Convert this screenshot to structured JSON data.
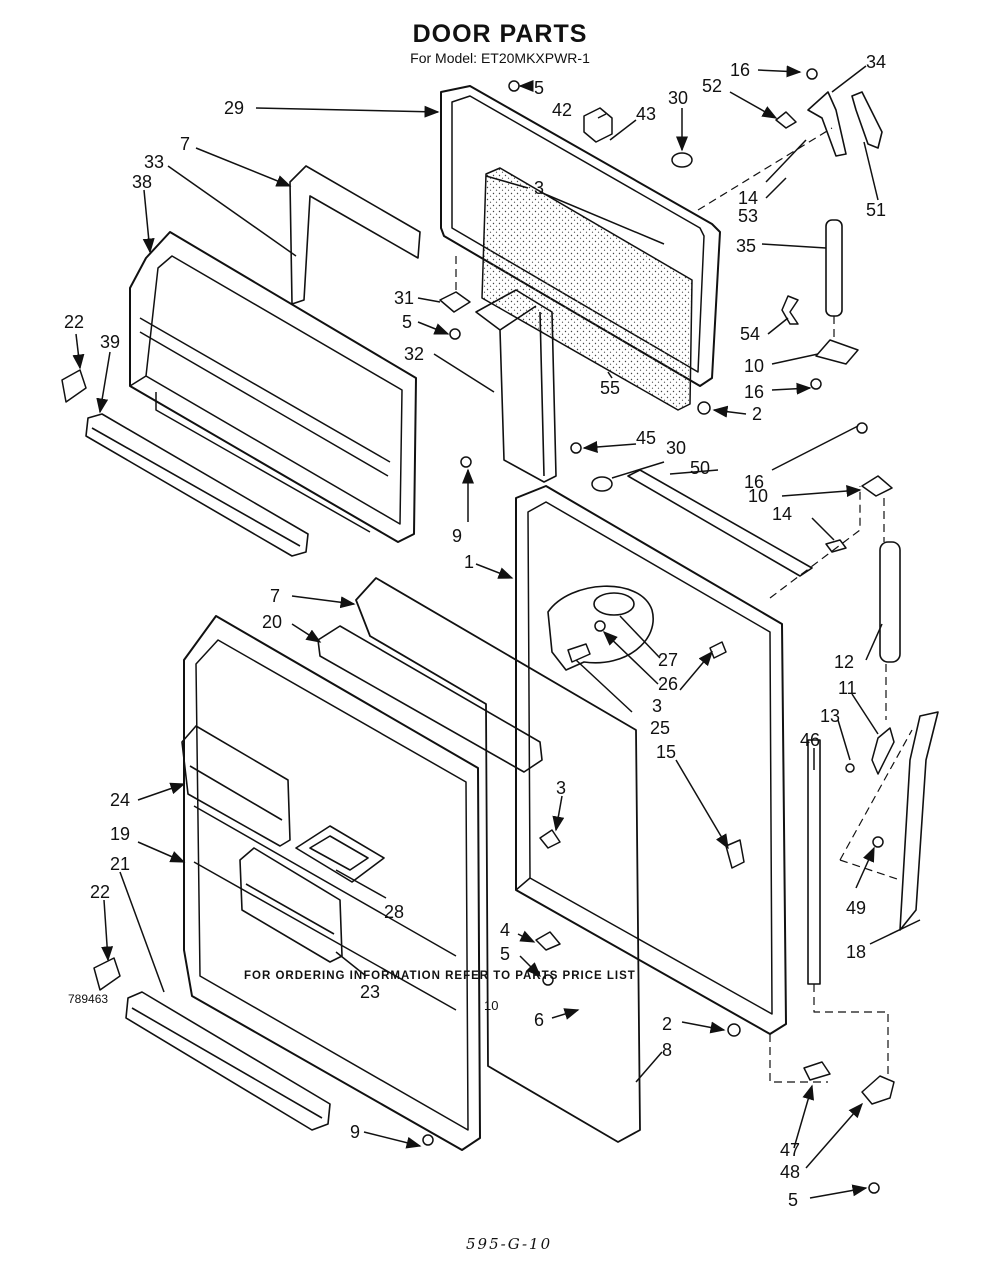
{
  "title": "DOOR PARTS",
  "subtitle": "For Model: ET20MKXPWR-1",
  "footer_note": "FOR ORDERING INFORMATION REFER TO PARTS PRICE LIST",
  "doc_number": "789463",
  "page_number": "10",
  "handwritten": "595-G-10",
  "callouts": [
    {
      "id": "c29",
      "label": "29"
    },
    {
      "id": "c5a",
      "label": "5"
    },
    {
      "id": "c42",
      "label": "42"
    },
    {
      "id": "c43",
      "label": "43"
    },
    {
      "id": "c30a",
      "label": "30"
    },
    {
      "id": "c16a",
      "label": "16"
    },
    {
      "id": "c52",
      "label": "52"
    },
    {
      "id": "c34",
      "label": "34"
    },
    {
      "id": "c7a",
      "label": "7"
    },
    {
      "id": "c33",
      "label": "33"
    },
    {
      "id": "c38",
      "label": "38"
    },
    {
      "id": "c3a",
      "label": "3"
    },
    {
      "id": "c14a",
      "label": "14"
    },
    {
      "id": "c53",
      "label": "53"
    },
    {
      "id": "c51",
      "label": "51"
    },
    {
      "id": "c35",
      "label": "35"
    },
    {
      "id": "c22a",
      "label": "22"
    },
    {
      "id": "c39",
      "label": "39"
    },
    {
      "id": "c31",
      "label": "31"
    },
    {
      "id": "c5b",
      "label": "5"
    },
    {
      "id": "c54",
      "label": "54"
    },
    {
      "id": "c32",
      "label": "32"
    },
    {
      "id": "c10a",
      "label": "10"
    },
    {
      "id": "c16b",
      "label": "16"
    },
    {
      "id": "c55",
      "label": "55"
    },
    {
      "id": "c2a",
      "label": "2"
    },
    {
      "id": "c45",
      "label": "45"
    },
    {
      "id": "c30b",
      "label": "30"
    },
    {
      "id": "c50",
      "label": "50"
    },
    {
      "id": "c16c",
      "label": "16"
    },
    {
      "id": "c10b",
      "label": "10"
    },
    {
      "id": "c14b",
      "label": "14"
    },
    {
      "id": "c9a",
      "label": "9"
    },
    {
      "id": "c1",
      "label": "1"
    },
    {
      "id": "c7b",
      "label": "7"
    },
    {
      "id": "c20",
      "label": "20"
    },
    {
      "id": "c27",
      "label": "27"
    },
    {
      "id": "c26",
      "label": "26"
    },
    {
      "id": "c12",
      "label": "12"
    },
    {
      "id": "c3b",
      "label": "3"
    },
    {
      "id": "c25",
      "label": "25"
    },
    {
      "id": "c11",
      "label": "11"
    },
    {
      "id": "c13",
      "label": "13"
    },
    {
      "id": "c46",
      "label": "46"
    },
    {
      "id": "c15",
      "label": "15"
    },
    {
      "id": "c24",
      "label": "24"
    },
    {
      "id": "c19",
      "label": "19"
    },
    {
      "id": "c21",
      "label": "21"
    },
    {
      "id": "c3c",
      "label": "3"
    },
    {
      "id": "c22b",
      "label": "22"
    },
    {
      "id": "c28",
      "label": "28"
    },
    {
      "id": "c49",
      "label": "49"
    },
    {
      "id": "c4",
      "label": "4"
    },
    {
      "id": "c5c",
      "label": "5"
    },
    {
      "id": "c23",
      "label": "23"
    },
    {
      "id": "c18",
      "label": "18"
    },
    {
      "id": "c6",
      "label": "6"
    },
    {
      "id": "c2b",
      "label": "2"
    },
    {
      "id": "c8",
      "label": "8"
    },
    {
      "id": "c9b",
      "label": "9"
    },
    {
      "id": "c47",
      "label": "47"
    },
    {
      "id": "c48",
      "label": "48"
    },
    {
      "id": "c5d",
      "label": "5"
    }
  ]
}
